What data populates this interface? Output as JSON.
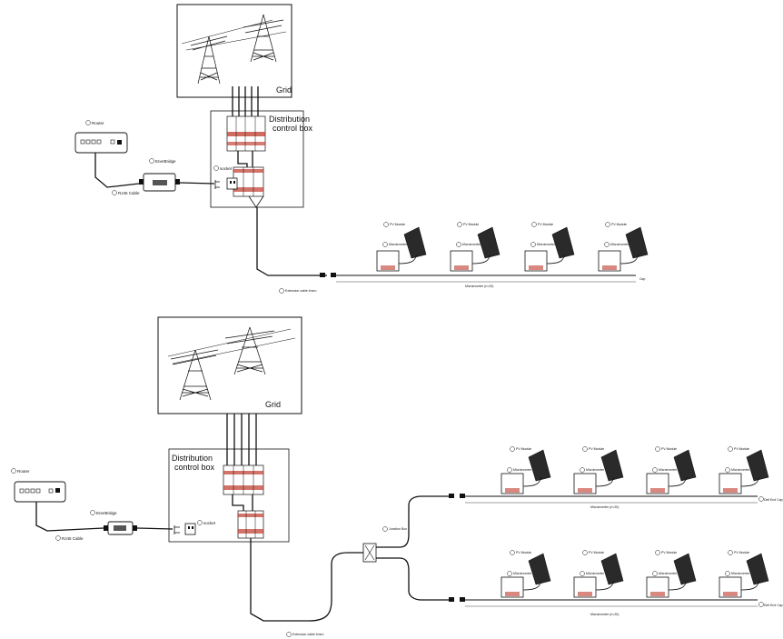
{
  "top": {
    "grid_label": "Grid",
    "box_title_1": "Distribution",
    "box_title_2": "control box",
    "router": "Router",
    "bridge": "EnerBridge",
    "rj45": "RJ45 Cable",
    "socket": "socket",
    "extension": "Extension cable 4mm²",
    "microinverter_count": "Microinverter (n<20)",
    "cap": "Cap",
    "modules": [
      {
        "pv": "PV Module",
        "mi": "Microinverter"
      },
      {
        "pv": "PV Module",
        "mi": "Microinverter"
      },
      {
        "pv": "PV Module",
        "mi": "Microinverter"
      },
      {
        "pv": "PV Module",
        "mi": "Microinverter"
      }
    ]
  },
  "bottom": {
    "grid_label": "Grid",
    "box_title_1": "Distribution",
    "box_title_2": "control box",
    "router": "Router",
    "bridge": "EnerBridge",
    "rj45": "RJ45 Cable",
    "socket": "socket",
    "junction": "Junction Box",
    "extension": "Extension cable 4mm²",
    "row1_count": "Microinverter (n<20)",
    "row2_count": "Microinverter (n<20)",
    "end_cap_1": "Dell End Cap",
    "end_cap_2": "Dell End Cap",
    "row1_modules": [
      {
        "pv": "PV Module",
        "mi": "Microinverter"
      },
      {
        "pv": "PV Module",
        "mi": "Microinverter"
      },
      {
        "pv": "PV Module",
        "mi": "Microinverter"
      },
      {
        "pv": "PV Module",
        "mi": "Microinverter"
      }
    ],
    "row2_modules": [
      {
        "pv": "PV Module",
        "mi": "Microinverter"
      },
      {
        "pv": "PV Module",
        "mi": "Microinverter"
      },
      {
        "pv": "PV Module",
        "mi": "Microinverter"
      },
      {
        "pv": "PV Module",
        "mi": "Microinverter"
      }
    ]
  }
}
